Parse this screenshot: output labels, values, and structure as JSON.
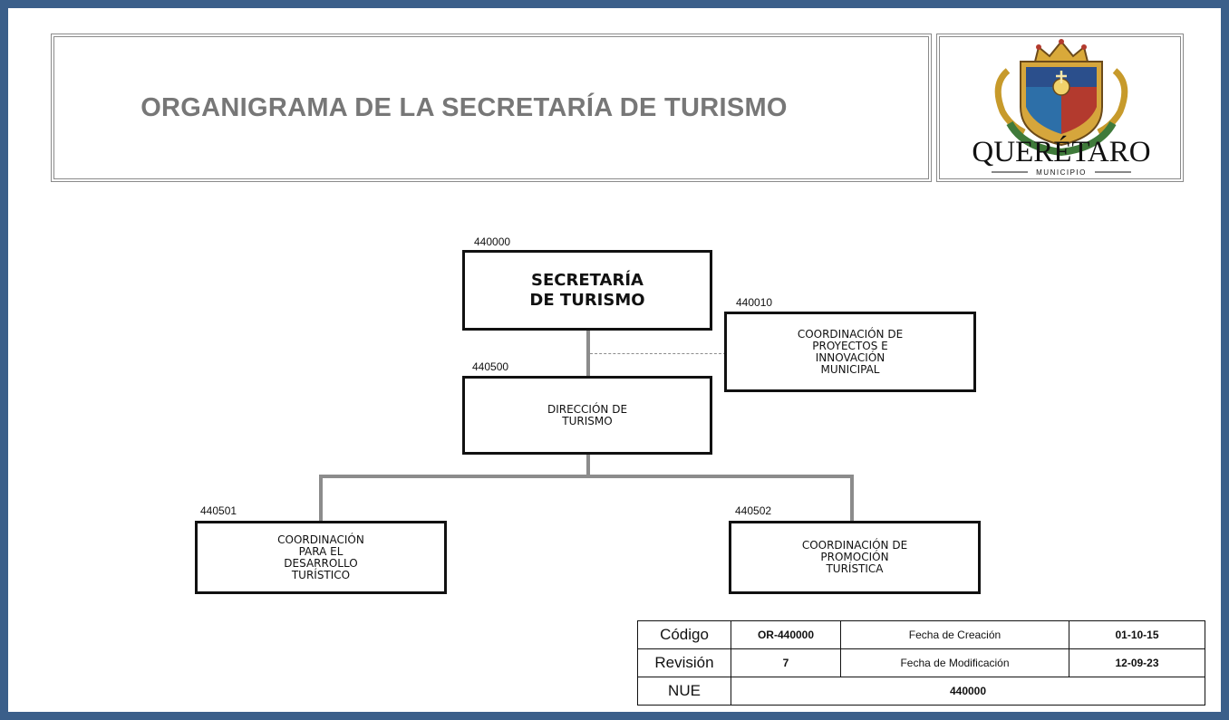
{
  "header": {
    "title": "ORGANIGRAMA DE LA SECRETARÍA DE TURISMO",
    "logo_wordmark": "QUERÉTARO",
    "logo_subtitle": "MUNICIPIO"
  },
  "org_chart": {
    "nodes": [
      {
        "code": "440000",
        "name": "SECRETARÍA\nDE TURISMO"
      },
      {
        "code": "440010",
        "name": "COORDINACIÓN DE\nPROYECTOS E\nINNOVACIÓN\nMUNICIPAL"
      },
      {
        "code": "440500",
        "name": "DIRECCIÓN DE\nTURISMO"
      },
      {
        "code": "440501",
        "name": "COORDINACIÓN\nPARA EL\nDESARROLLO\nTURÍSTICO"
      },
      {
        "code": "440502",
        "name": "COORDINACIÓN DE\nPROMOCIÓN\nTURÍSTICA"
      }
    ]
  },
  "info_table": {
    "codigo_label": "Código",
    "codigo_value": "OR-440000",
    "creacion_label": "Fecha de Creación",
    "creacion_value": "01-10-15",
    "revision_label": "Revisión",
    "revision_value": "7",
    "modificacion_label": "Fecha de Modificación",
    "modificacion_value": "12-09-23",
    "nue_label": "NUE",
    "nue_value": "440000"
  },
  "colors": {
    "frame": "#3b5f8a",
    "title_text": "#777777",
    "connector": "#8c8c8c"
  }
}
